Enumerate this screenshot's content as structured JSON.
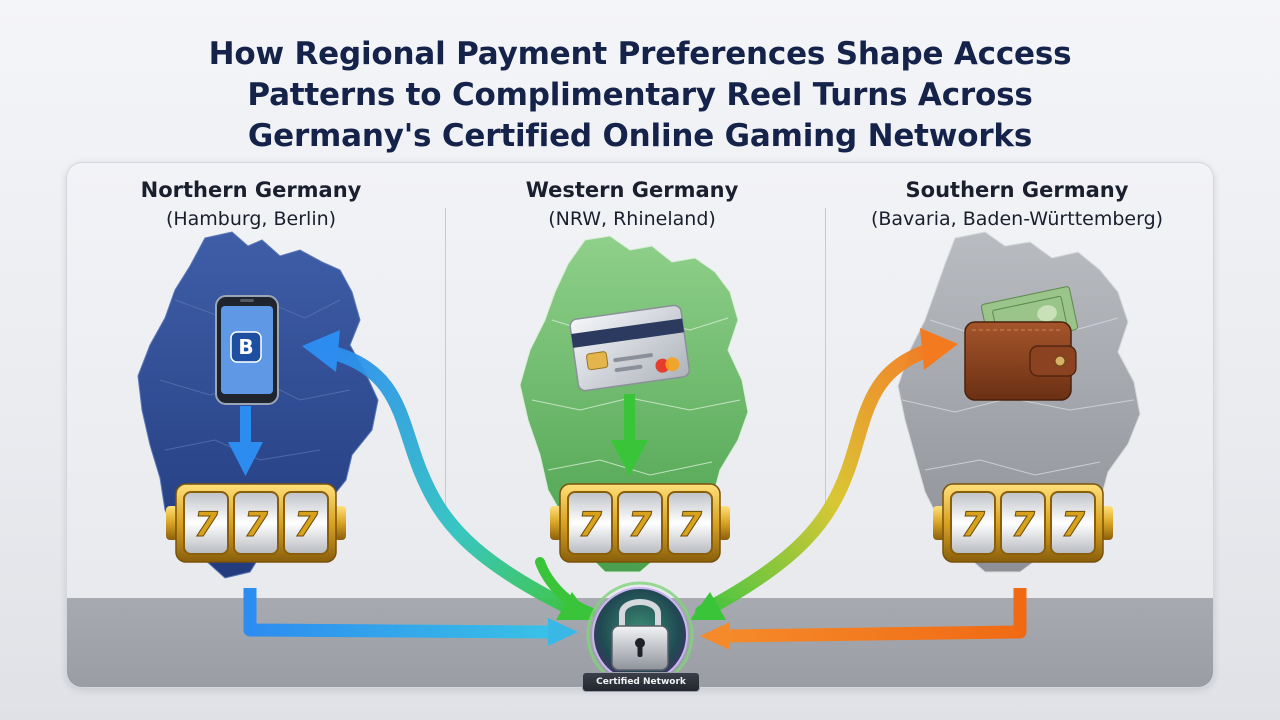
{
  "title_lines": [
    "How Regional Payment Preferences Shape Access",
    "Patterns to Complimentary Reel Turns Across",
    "Germany's Certified Online Gaming Networks"
  ],
  "regions": [
    {
      "name": "Northern Germany",
      "cities": "(Hamburg, Berlin)",
      "payment_icon": "smartphone-banking-icon",
      "color": "#2d8cf0"
    },
    {
      "name": "Western Germany",
      "cities": "(NRW, Rhineland)",
      "payment_icon": "credit-card-icon",
      "color": "#3ac43a"
    },
    {
      "name": "Southern Germany",
      "cities": "(Bavaria, Baden-Württemberg)",
      "payment_icon": "wallet-cash-icon",
      "color": "#f47a1f"
    }
  ],
  "phone_app_letter": "B",
  "reel_symbol": "7",
  "hub": {
    "label": "Certified Network",
    "icon": "padlock-icon"
  }
}
